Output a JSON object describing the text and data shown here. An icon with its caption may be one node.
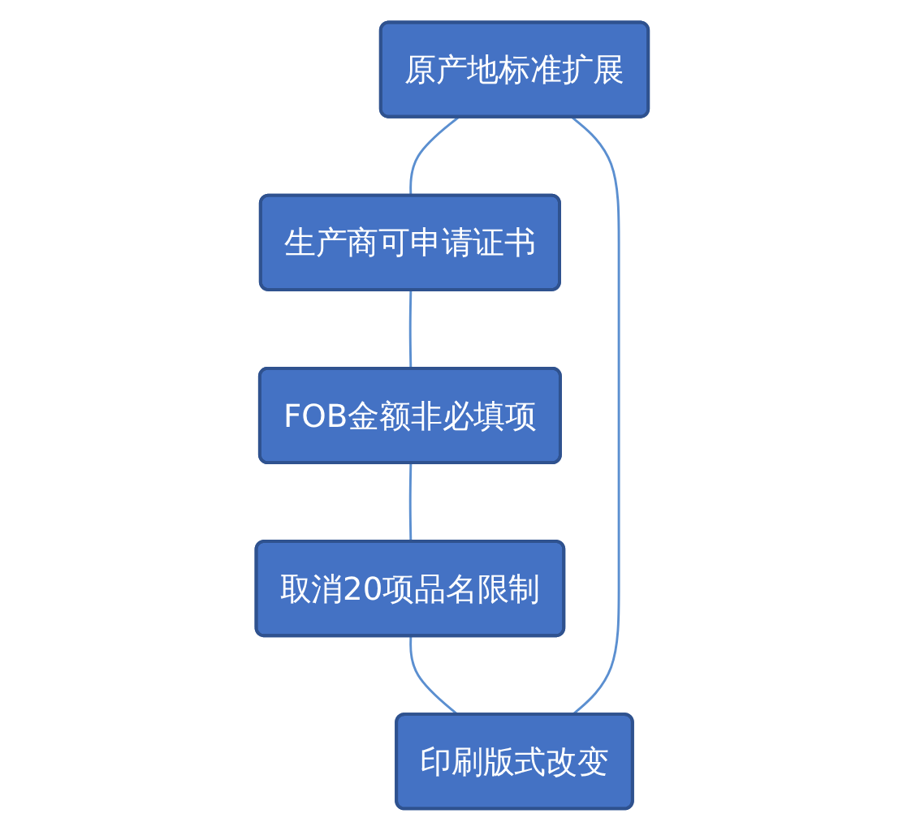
{
  "diagram": {
    "nodes": [
      {
        "text": [
          "原产地标准扩展"
        ]
      },
      {
        "text": [
          "生产商可申请证书"
        ]
      },
      {
        "text": [
          "FOB金额非必填项"
        ]
      },
      {
        "text": [
          "取消20项品名限制"
        ]
      },
      {
        "text": [
          "印刷版式改变"
        ]
      }
    ],
    "edges": [
      {
        "from": 0,
        "to": 1,
        "arrow": "none"
      },
      {
        "from": 1,
        "to": 2,
        "arrow": "none"
      },
      {
        "from": 2,
        "to": 3,
        "arrow": "none"
      },
      {
        "from": 3,
        "to": 4,
        "arrow": "none"
      },
      {
        "from": 4,
        "to": 0,
        "arrow": "none"
      }
    ]
  }
}
